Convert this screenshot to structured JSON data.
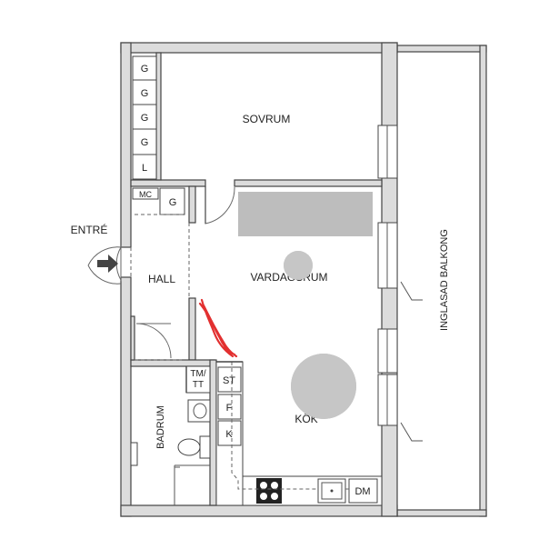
{
  "plan": {
    "entrance_label": "ENTRÉ",
    "balcony_label": "INGLASAD BALKONG",
    "rooms": {
      "bedroom": "SOVRUM",
      "living": "VARDAGSRUM",
      "hall": "HALL",
      "bathroom": "BADRUM",
      "kitchen": "KÖK"
    },
    "closets": [
      "G",
      "G",
      "G",
      "G",
      "L"
    ],
    "hall_units": {
      "mc": "MC",
      "g": "G"
    },
    "bath_unit": "TM/\nTT",
    "bath_unit_lines": [
      "TM/",
      "TT"
    ],
    "kitchen_units": {
      "st": "ST",
      "f": "F",
      "k": "K",
      "dm": "DM"
    },
    "colors": {
      "wall": "#dcdcdc",
      "redaction": "#bdbdbd",
      "annotation": "#e23030",
      "arrow": "#444444"
    }
  }
}
